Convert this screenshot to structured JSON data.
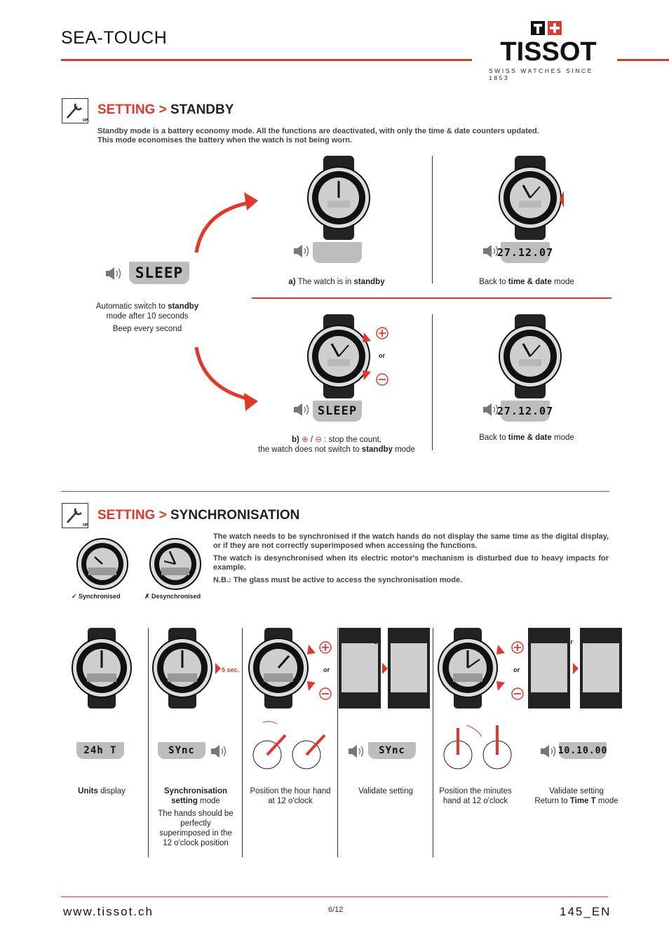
{
  "header": {
    "title": "SEA-TOUCH",
    "brand": "TISSOT",
    "brand_sub": "SWISS WATCHES SINCE 1853"
  },
  "standby": {
    "title_prefix": "SETTING >",
    "title_main": "STANDBY",
    "intro_1": "Standby mode is a battery economy mode. All the functions are deactivated, with only the time & date counters updated.",
    "intro_2": "This mode economises the battery when the watch is not being worn.",
    "lcd_sleep": "SLEEP",
    "lcd_date": "27.12.07",
    "auto_1_prefix": "Automatic switch to ",
    "auto_1_bold": "standby",
    "auto_2": "mode after 10 seconds",
    "beep": "Beep every second",
    "a_label": "a)",
    "a_text": " The watch is in ",
    "a_bold": "standby",
    "back_prefix": "Back to ",
    "back_bold": "time & date",
    "back_suffix": " mode",
    "or": "or",
    "b_label": "b)",
    "b_slash": "/",
    "b_text": ": stop the count,",
    "b_line2_prefix": "the watch does not switch to ",
    "b_line2_bold": "standby",
    "b_line2_suffix": " mode"
  },
  "sync": {
    "title_prefix": "SETTING >",
    "title_main": "SYNCHRONISATION",
    "p1": "The watch needs to be synchronised if the watch hands do not display the same time as the digital display, or if they are not correctly superimposed when accessing the functions.",
    "p2": "The watch is desynchronised when its electric motor's mechanism is disturbed due to heavy impacts for example.",
    "p3": "N.B.: The glass must be active to access the synchronisation mode.",
    "synced": "Synchronised",
    "desynced": "Desynchronised",
    "five_sec": "5 sec.",
    "or": "or",
    "lcd_time": "10.10.00",
    "lcd_24h": "24h T",
    "lcd_sync": "SYnc",
    "cap1_bold": "Units",
    "cap1_rest": " display",
    "cap2_bold": "Synchronisation setting",
    "cap2_rest": " mode",
    "cap2_sub": "The hands should be perfectly superimposed in the 12 o'clock position",
    "cap3": "Position the hour hand at 12 o'clock",
    "cap4": "Validate setting",
    "cap5": "Position the minutes hand at 12 o'clock",
    "cap6_1": "Validate setting",
    "cap6_2": "Return to ",
    "cap6_bold": "Time T",
    "cap6_3": " mode"
  },
  "footer": {
    "url": "www.tissot.ch",
    "page": "6/12",
    "code": "145_EN"
  },
  "colors": {
    "accent": "#e2372b",
    "lcd": "#bdbdbd"
  }
}
